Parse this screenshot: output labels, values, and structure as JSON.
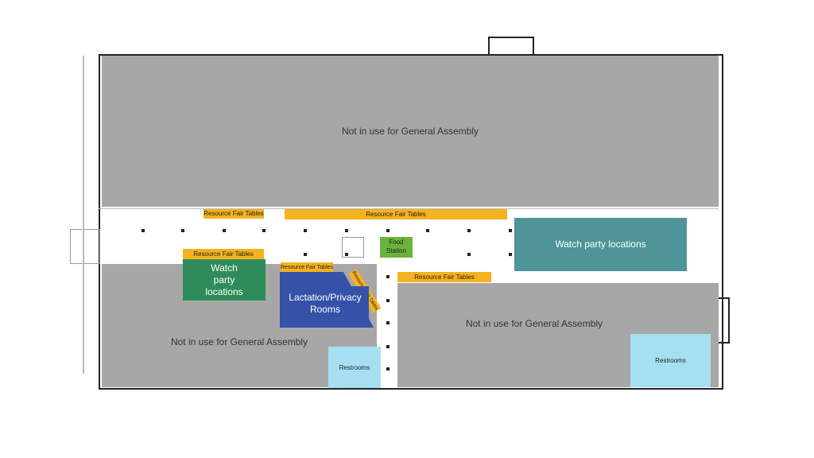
{
  "map": {
    "not_in_use_top": "Not in use for General Assembly",
    "not_in_use_bottom_left": "Not in use for General Assembly",
    "not_in_use_bottom_right": "Not in use for General Assembly",
    "resource_fair_tables_1": "Resource Fair Tables",
    "resource_fair_tables_2": "Resource Fair Tables",
    "resource_fair_tables_3": "Resource Fair Tables",
    "resource_fair_tables_4": "Resource Fair Tables",
    "resource_fair_tables_5": "Resource Fair Tables",
    "resource_fair_tables_diagonal": "Resource Fair Tables",
    "watch_party_left": "Watch party locations",
    "watch_party_right": "Watch party locations",
    "lactation_rooms": "Lactation/Privacy Rooms",
    "food_station": "Food Station",
    "restrooms_left": "Restrooms",
    "restrooms_right": "Restrooms"
  },
  "colors": {
    "not_in_use": "#a7a7a7",
    "resource_tables": "#f5b21e",
    "watch_party_teal": "#4e9499",
    "watch_party_green": "#2f8c5a",
    "lactation": "#3552a8",
    "food_station": "#6bb33c",
    "restrooms": "#a6dff2"
  }
}
